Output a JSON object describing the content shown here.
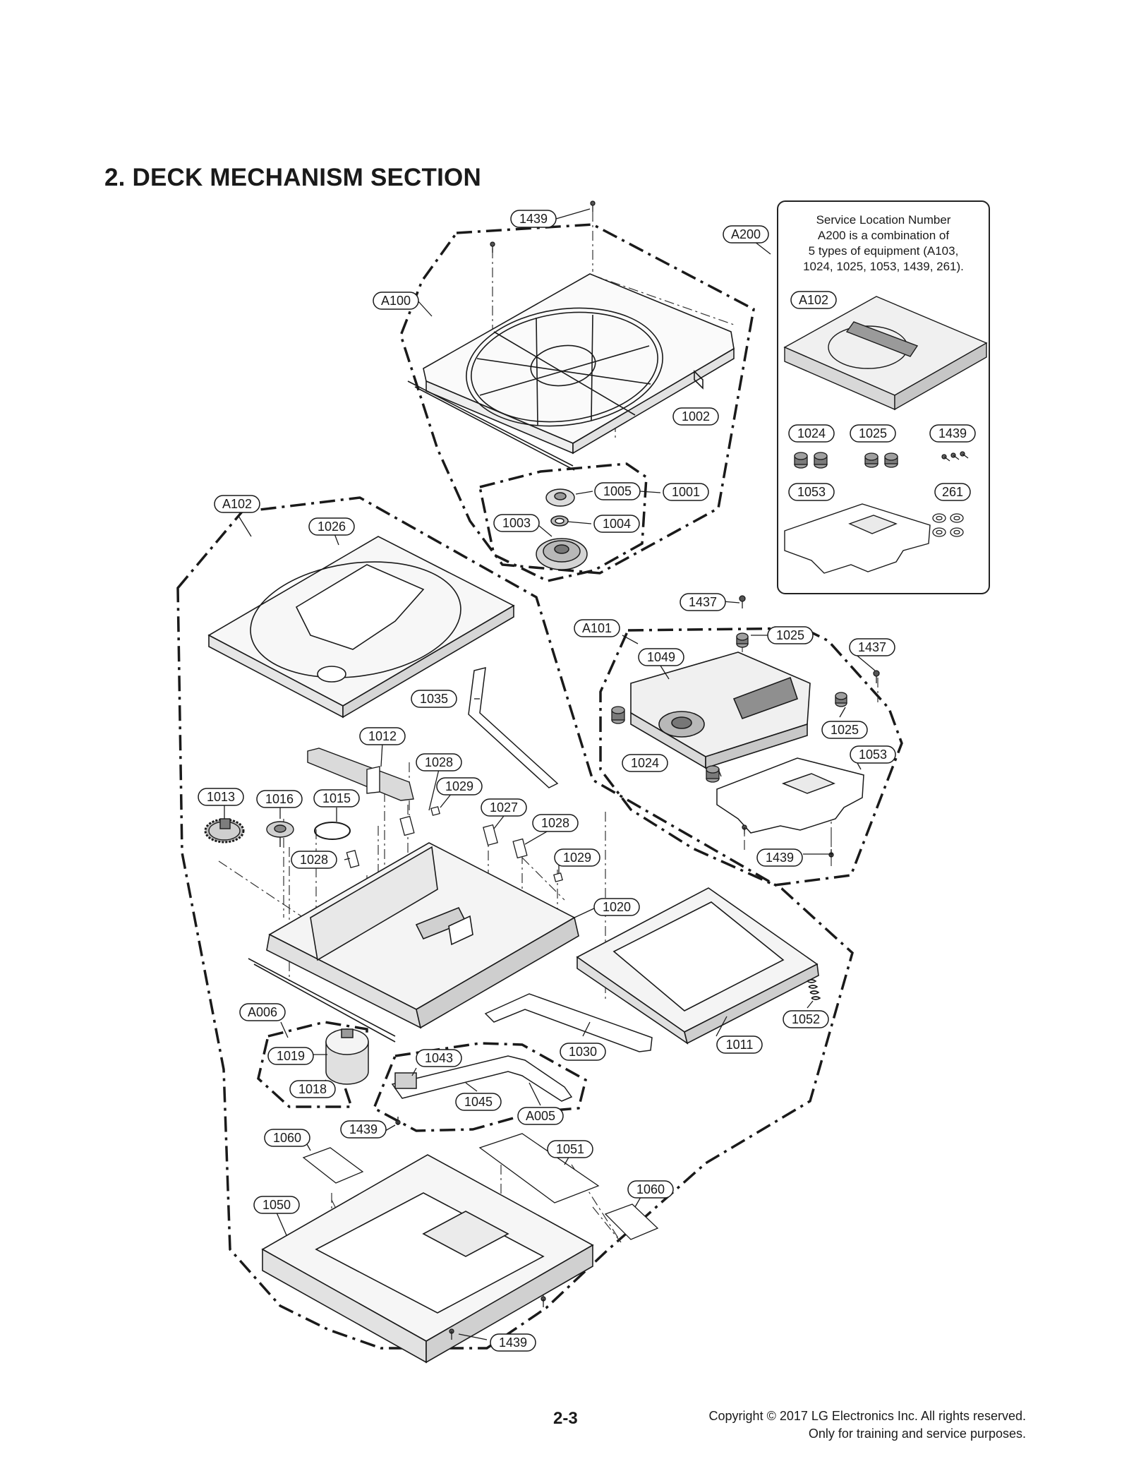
{
  "page": {
    "section_title": "2. DECK MECHANISM SECTION",
    "page_number": "2-3",
    "copyright_line1": "Copyright © 2017 LG Electronics Inc. All rights reserved.",
    "copyright_line2": "Only for training and service purposes."
  },
  "info_box": {
    "note_line1": "Service Location Number",
    "note_line2": "A200 is a combination of",
    "note_line3": "5 types of equipment (A103,",
    "note_line4": "1024, 1025, 1053, 1439, 261)."
  },
  "callouts": [
    "1439",
    "A200",
    "A100",
    "1002",
    "1005",
    "1001",
    "1003",
    "1004",
    "A102",
    "1024",
    "1025",
    "1439",
    "1053",
    "261",
    "A102",
    "1026",
    "1437",
    "A101",
    "1025",
    "1049",
    "1437",
    "1035",
    "1025",
    "1012",
    "1024",
    "1053",
    "1028",
    "1029",
    "1013",
    "1016",
    "1015",
    "1027",
    "1028",
    "1028",
    "1029",
    "1439",
    "1020",
    "A006",
    "1052",
    "1030",
    "1011",
    "1019",
    "1043",
    "1018",
    "1045",
    "A005",
    "1439",
    "1060",
    "1051",
    "1060",
    "1050",
    "1439"
  ]
}
